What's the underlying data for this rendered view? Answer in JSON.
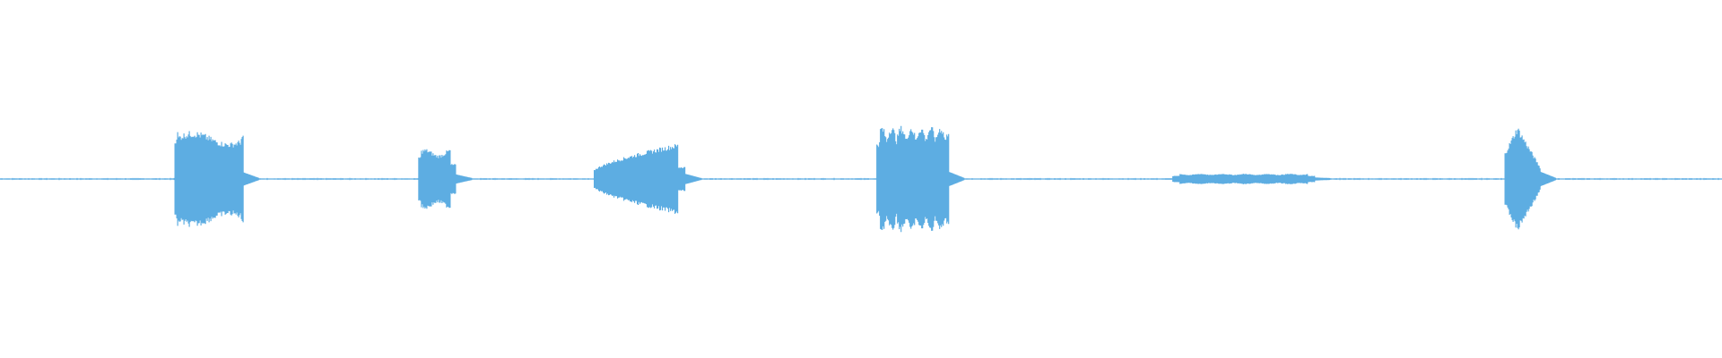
{
  "waveform": {
    "color": "#5DADE2",
    "background": "#ffffff",
    "baseline_amplitude": 0.006,
    "segments": [
      {
        "start": 0.1016,
        "end": 0.1413,
        "amplitude": 0.27,
        "shape": "block"
      },
      {
        "start": 0.2432,
        "end": 0.2649,
        "amplitude": 0.17,
        "shape": "block-short"
      },
      {
        "start": 0.3451,
        "end": 0.3979,
        "amplitude": 0.2,
        "shape": "crescendo"
      },
      {
        "start": 0.5092,
        "end": 0.5509,
        "amplitude": 0.3,
        "shape": "block-ragged"
      },
      {
        "start": 0.6811,
        "end": 0.7634,
        "amplitude": 0.03,
        "shape": "flat"
      },
      {
        "start": 0.874,
        "end": 0.8945,
        "amplitude": 0.3,
        "shape": "attack"
      }
    ]
  }
}
